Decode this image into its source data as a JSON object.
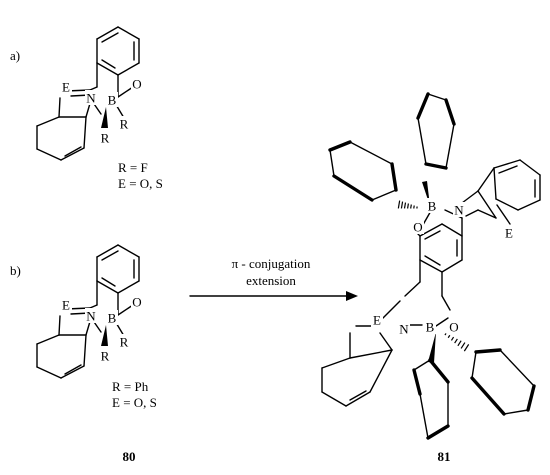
{
  "panels": {
    "a": {
      "label": "a)",
      "atoms": {
        "E": "E",
        "N": "N",
        "B": "B",
        "O": "O",
        "R1": "R",
        "R2": "R"
      },
      "conditions": [
        "R = F",
        "E = O, S"
      ]
    },
    "b": {
      "label": "b)",
      "atoms": {
        "E": "E",
        "N": "N",
        "B": "B",
        "O": "O",
        "R1": "R",
        "R2": "R"
      },
      "conditions": [
        "R = Ph",
        "E = O, S"
      ],
      "compound_number": "80"
    }
  },
  "arrow": {
    "label_line1": "π - conjugation",
    "label_line2": "extension"
  },
  "product": {
    "atoms": {
      "B1": "B",
      "N1": "N",
      "E1": "E",
      "O1": "O",
      "E2": "E",
      "O2": "O",
      "N2": "N",
      "B2": "B"
    },
    "compound_number": "81"
  }
}
